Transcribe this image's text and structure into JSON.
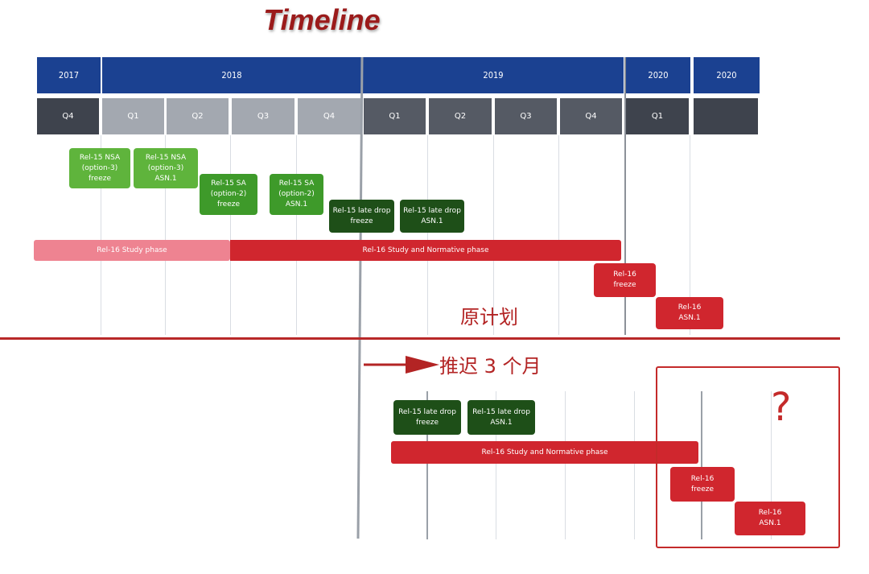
{
  "title": "Timeline",
  "years": [
    "2017",
    "2018",
    "2019",
    "2020",
    "2020"
  ],
  "quarters": [
    "Q4",
    "Q1",
    "Q2",
    "Q3",
    "Q4",
    "Q1",
    "Q2",
    "Q3",
    "Q4",
    "Q1",
    ""
  ],
  "original": {
    "milestones": [
      {
        "text": "Rel-15 NSA\n(option-3)\nfreeze"
      },
      {
        "text": "Rel-15 NSA\n(option-3)\nASN.1"
      },
      {
        "text": "Rel-15 SA\n(option-2)\nfreeze"
      },
      {
        "text": "Rel-15 SA\n(option-2)\nASN.1"
      },
      {
        "text": "Rel-15 late drop\nfreeze"
      },
      {
        "text": "Rel-15 late drop\nASN.1"
      }
    ],
    "study_phase": "Rel-16 Study phase",
    "normative_phase": "Rel-16 Study and Normative phase",
    "rel16_freeze": "Rel-16\nfreeze",
    "rel16_asn": "Rel-16\nASN.1",
    "label": "原计划"
  },
  "delayed": {
    "arrow_label": "推迟 3 个月",
    "late_drop_freeze": "Rel-15 late drop\nfreeze",
    "late_drop_asn": "Rel-15 late drop\nASN.1",
    "normative_phase": "Rel-16 Study and Normative phase",
    "rel16_freeze": "Rel-16\nfreeze",
    "rel16_asn": "Rel-16\nASN.1",
    "question": "?"
  },
  "colors": {
    "year_header": "#1b4191",
    "red": "#d0262e",
    "pink": "#ee8391",
    "green_light": "#5fb43c",
    "green_mid": "#3e9a2a",
    "green_dark": "#1e4f18",
    "accent_red": "#b82828"
  }
}
